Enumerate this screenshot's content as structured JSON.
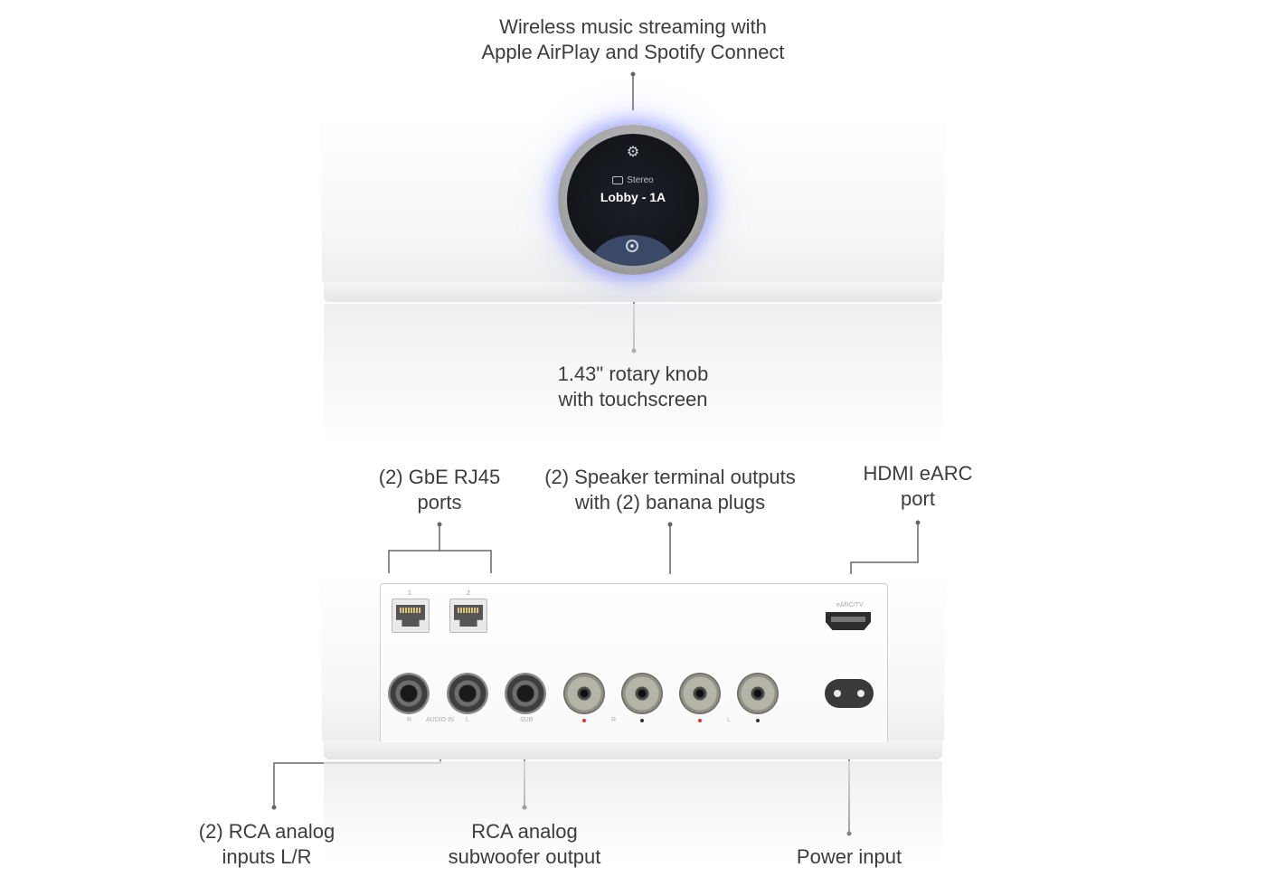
{
  "front": {
    "top_label_line1": "Wireless music streaming with",
    "top_label_line2": "Apple AirPlay and Spotify Connect",
    "knob_label_line1": "1.43\" rotary knob",
    "knob_label_line2": "with touchscreen",
    "screen": {
      "mode": "Stereo",
      "title": "Lobby - 1A"
    },
    "glow_color": "#7c84ff"
  },
  "back": {
    "rj45_label_line1": "(2) GbE RJ45",
    "rj45_label_line2": "ports",
    "speaker_label_line1": "(2) Speaker terminal outputs",
    "speaker_label_line2": "with (2) banana plugs",
    "hdmi_label_line1": "HDMI eARC",
    "hdmi_label_line2": "port",
    "rca_in_label_line1": "(2) RCA analog",
    "rca_in_label_line2": "inputs L/R",
    "sub_label_line1": "RCA analog",
    "sub_label_line2": "subwoofer output",
    "power_label": "Power input",
    "port_marks": {
      "rj1": "1",
      "rj2": "2",
      "hdmi": "eARC/TV",
      "audio_in": "AUDIO IN",
      "r": "R",
      "l": "L",
      "sub": "SUB",
      "spk_r": "R",
      "spk_l": "L"
    },
    "accent_red": "#e0342b"
  }
}
